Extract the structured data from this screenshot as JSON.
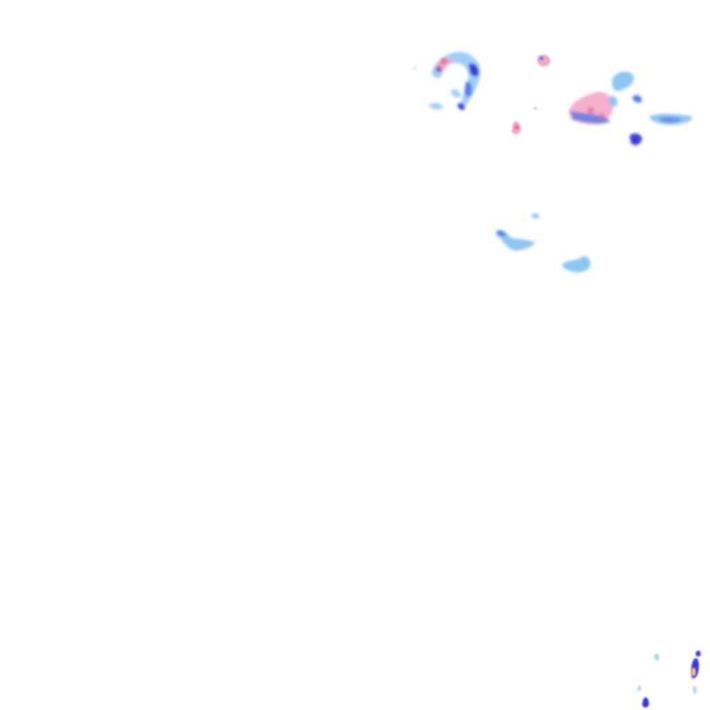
{
  "map": {
    "type": "radar-overlay",
    "background": "#ffffff",
    "palette": {
      "light_rain": "#8ec5f2",
      "moderate_rain": "#5a7de6",
      "heavy_rain": "#3a3ad8",
      "very_heavy": "#f3a6c8",
      "intense": "#e06b8f",
      "core": "#ffd24a"
    },
    "echo_clusters": [
      {
        "name": "north-cluster-west",
        "intensity": "mixed"
      },
      {
        "name": "north-cluster-small-pink",
        "intensity": "very_heavy"
      },
      {
        "name": "north-cluster-east",
        "intensity": "mixed"
      },
      {
        "name": "mid-cluster",
        "intensity": "light_rain"
      },
      {
        "name": "southeast-corner-cells",
        "intensity": "intense"
      }
    ]
  }
}
